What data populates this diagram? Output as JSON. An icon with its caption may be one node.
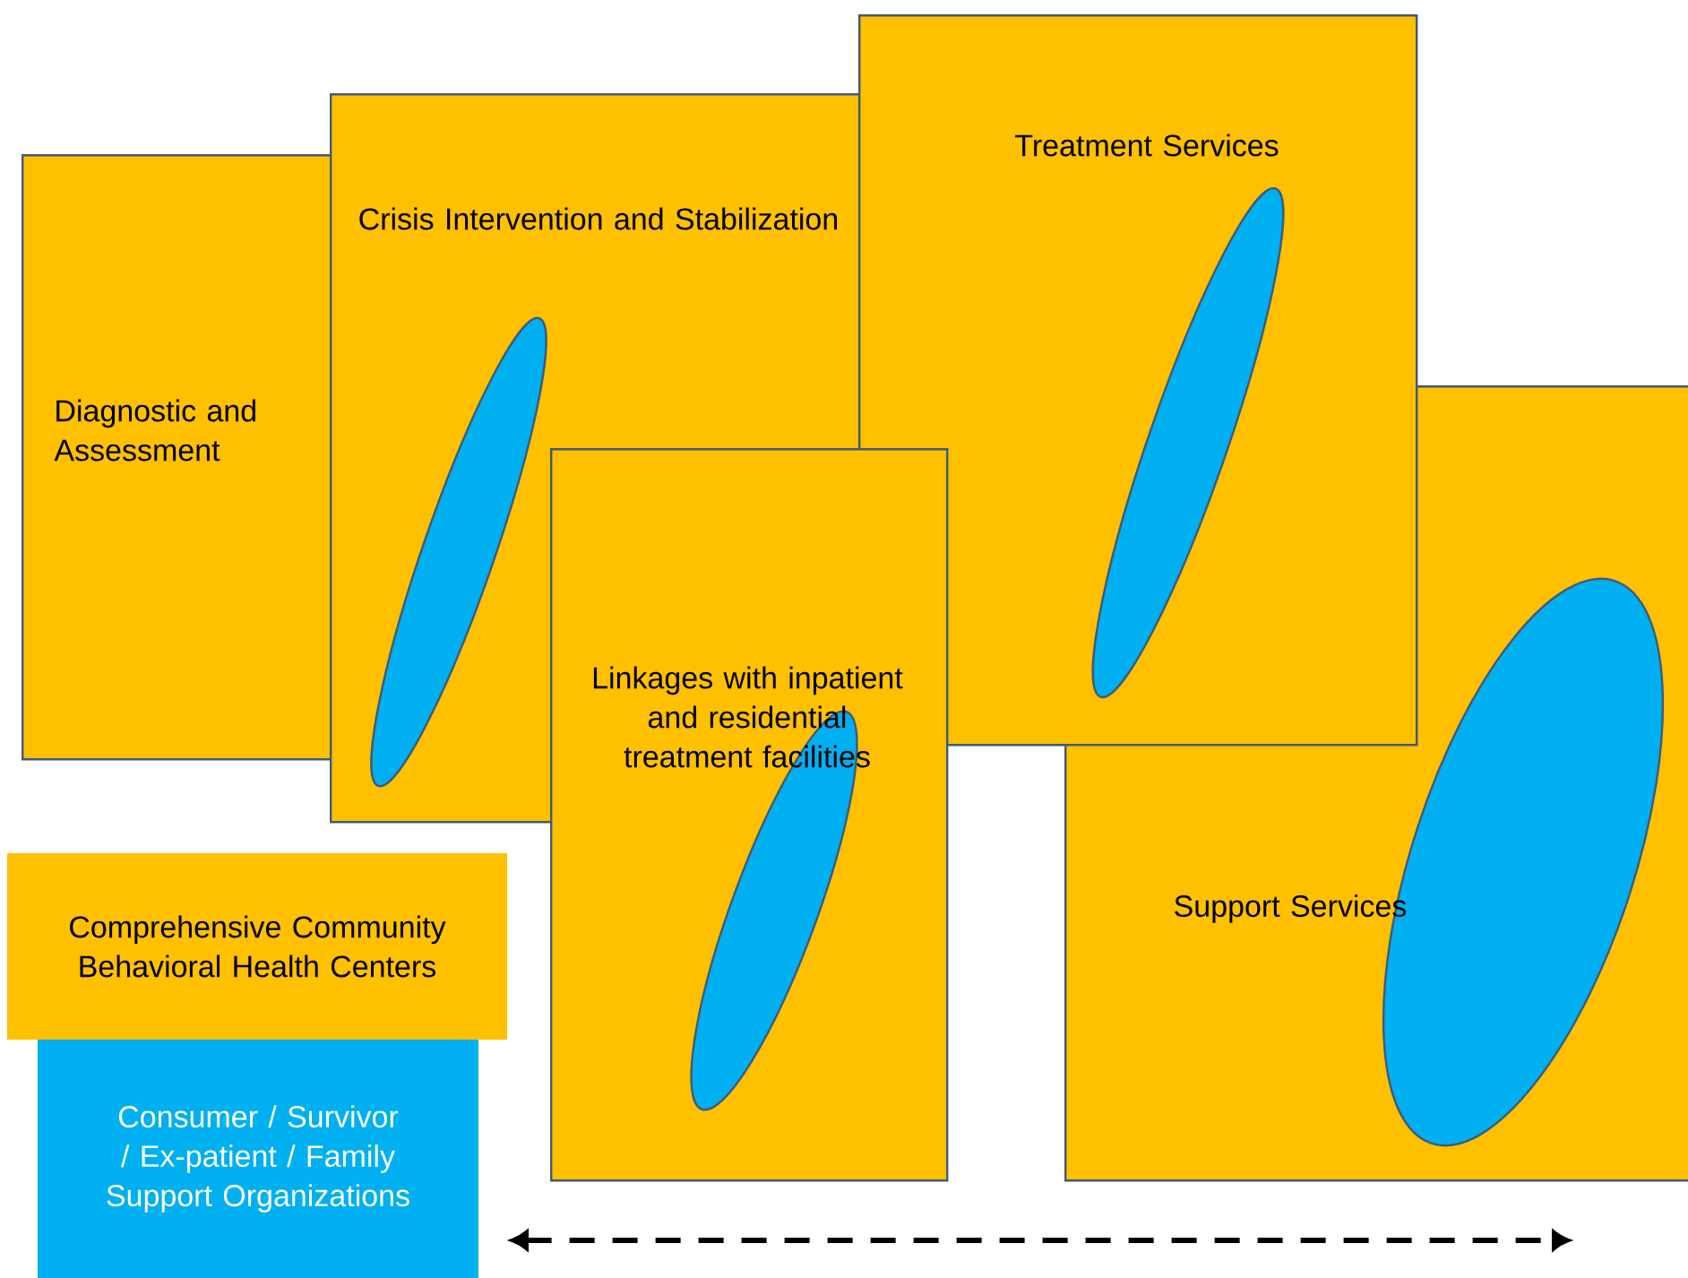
{
  "diagram": {
    "nodes": [
      {
        "text": [
          "Diagnostic and Assessment"
        ]
      },
      {
        "text": [
          "Crisis Intervention and Stabilization"
        ]
      },
      {
        "text": [
          "Treatment Services"
        ]
      },
      {
        "text": [
          "Linkages with inpatient and residential treatment facilities"
        ]
      },
      {
        "text": [
          "Support Services"
        ]
      }
    ],
    "legend": [
      {
        "text": "Comprehensive Community Behavioral Health Centers",
        "color": "#ffc000"
      },
      {
        "text": "Consumer / Survivor / Ex-patient / Family Support Organizations",
        "color": "#00b0f0"
      }
    ]
  }
}
